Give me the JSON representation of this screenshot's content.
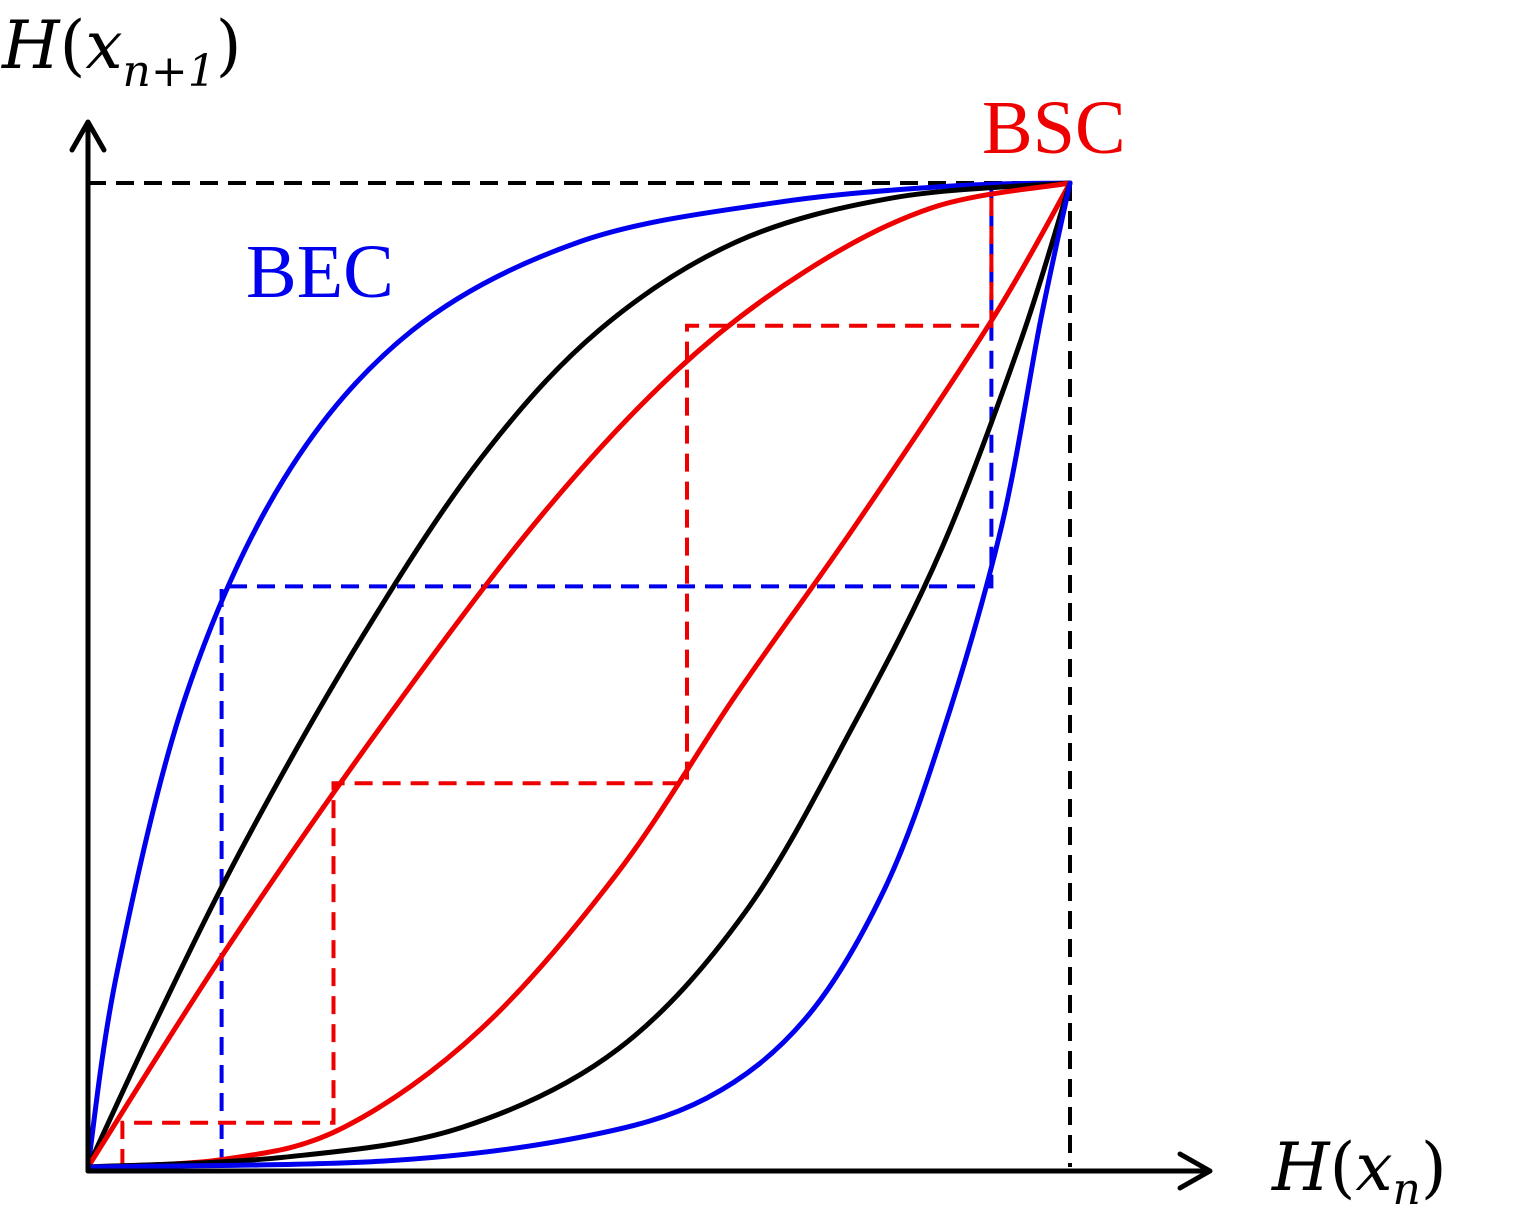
{
  "labels": {
    "y_axis": {
      "H": "H",
      "paren_open": "(",
      "x": "x",
      "sub": "n+1",
      "paren_close": ")"
    },
    "x_axis": {
      "H": "H",
      "paren_open": "(",
      "x": "x",
      "sub": "n",
      "paren_close": ")"
    },
    "bec": "BEC",
    "bsc": "BSC"
  },
  "colors": {
    "axes": "#000000",
    "bec": "#0000ee",
    "bsc": "#ee0000",
    "middle": "#000000",
    "limit_lines": "#000000"
  },
  "diagram": {
    "curves": [
      {
        "id": "bec-upper",
        "color": "bec",
        "points": [
          [
            0,
            0
          ],
          [
            0.03,
            0.2
          ],
          [
            0.1,
            0.48
          ],
          [
            0.2,
            0.7
          ],
          [
            0.33,
            0.85
          ],
          [
            0.5,
            0.94
          ],
          [
            0.7,
            0.98
          ],
          [
            0.88,
            0.997
          ],
          [
            1,
            1
          ]
        ]
      },
      {
        "id": "middle-upper",
        "color": "middle",
        "points": [
          [
            0,
            0
          ],
          [
            0.07,
            0.15
          ],
          [
            0.16,
            0.33
          ],
          [
            0.28,
            0.54
          ],
          [
            0.4,
            0.72
          ],
          [
            0.52,
            0.85
          ],
          [
            0.66,
            0.94
          ],
          [
            0.82,
            0.985
          ],
          [
            1,
            1
          ]
        ]
      },
      {
        "id": "bsc-upper",
        "color": "bsc",
        "points": [
          [
            0,
            0
          ],
          [
            0.14,
            0.22
          ],
          [
            0.3,
            0.45
          ],
          [
            0.46,
            0.66
          ],
          [
            0.6,
            0.81
          ],
          [
            0.73,
            0.91
          ],
          [
            0.86,
            0.975
          ],
          [
            1,
            1
          ]
        ]
      },
      {
        "id": "bsc-lower",
        "color": "bsc",
        "points": [
          [
            0,
            0
          ],
          [
            0.14,
            0.008
          ],
          [
            0.26,
            0.04
          ],
          [
            0.4,
            0.14
          ],
          [
            0.54,
            0.3
          ],
          [
            0.66,
            0.48
          ],
          [
            0.78,
            0.65
          ],
          [
            0.92,
            0.86
          ],
          [
            1,
            1
          ]
        ]
      },
      {
        "id": "middle-lower",
        "color": "middle",
        "points": [
          [
            0,
            0
          ],
          [
            0.2,
            0.01
          ],
          [
            0.38,
            0.04
          ],
          [
            0.54,
            0.12
          ],
          [
            0.67,
            0.26
          ],
          [
            0.78,
            0.45
          ],
          [
            0.87,
            0.63
          ],
          [
            0.95,
            0.84
          ],
          [
            1,
            1
          ]
        ]
      },
      {
        "id": "bec-lower",
        "color": "bec",
        "points": [
          [
            0,
            0
          ],
          [
            0.3,
            0.006
          ],
          [
            0.5,
            0.03
          ],
          [
            0.63,
            0.07
          ],
          [
            0.73,
            0.15
          ],
          [
            0.81,
            0.28
          ],
          [
            0.87,
            0.44
          ],
          [
            0.93,
            0.65
          ],
          [
            0.97,
            0.86
          ],
          [
            1,
            1
          ]
        ]
      }
    ],
    "staircases": [
      {
        "id": "bec-iteration",
        "color": "bec",
        "points": [
          [
            0.136,
            0
          ],
          [
            0.136,
            0.59
          ],
          [
            0.92,
            0.59
          ],
          [
            0.92,
            1
          ]
        ]
      },
      {
        "id": "bsc-iteration",
        "color": "bsc",
        "points": [
          [
            0.035,
            0
          ],
          [
            0.035,
            0.045
          ],
          [
            0.25,
            0.045
          ],
          [
            0.25,
            0.39
          ],
          [
            0.61,
            0.39
          ],
          [
            0.61,
            0.855
          ],
          [
            0.92,
            0.855
          ],
          [
            0.92,
            1
          ]
        ]
      }
    ],
    "limit": 1
  }
}
